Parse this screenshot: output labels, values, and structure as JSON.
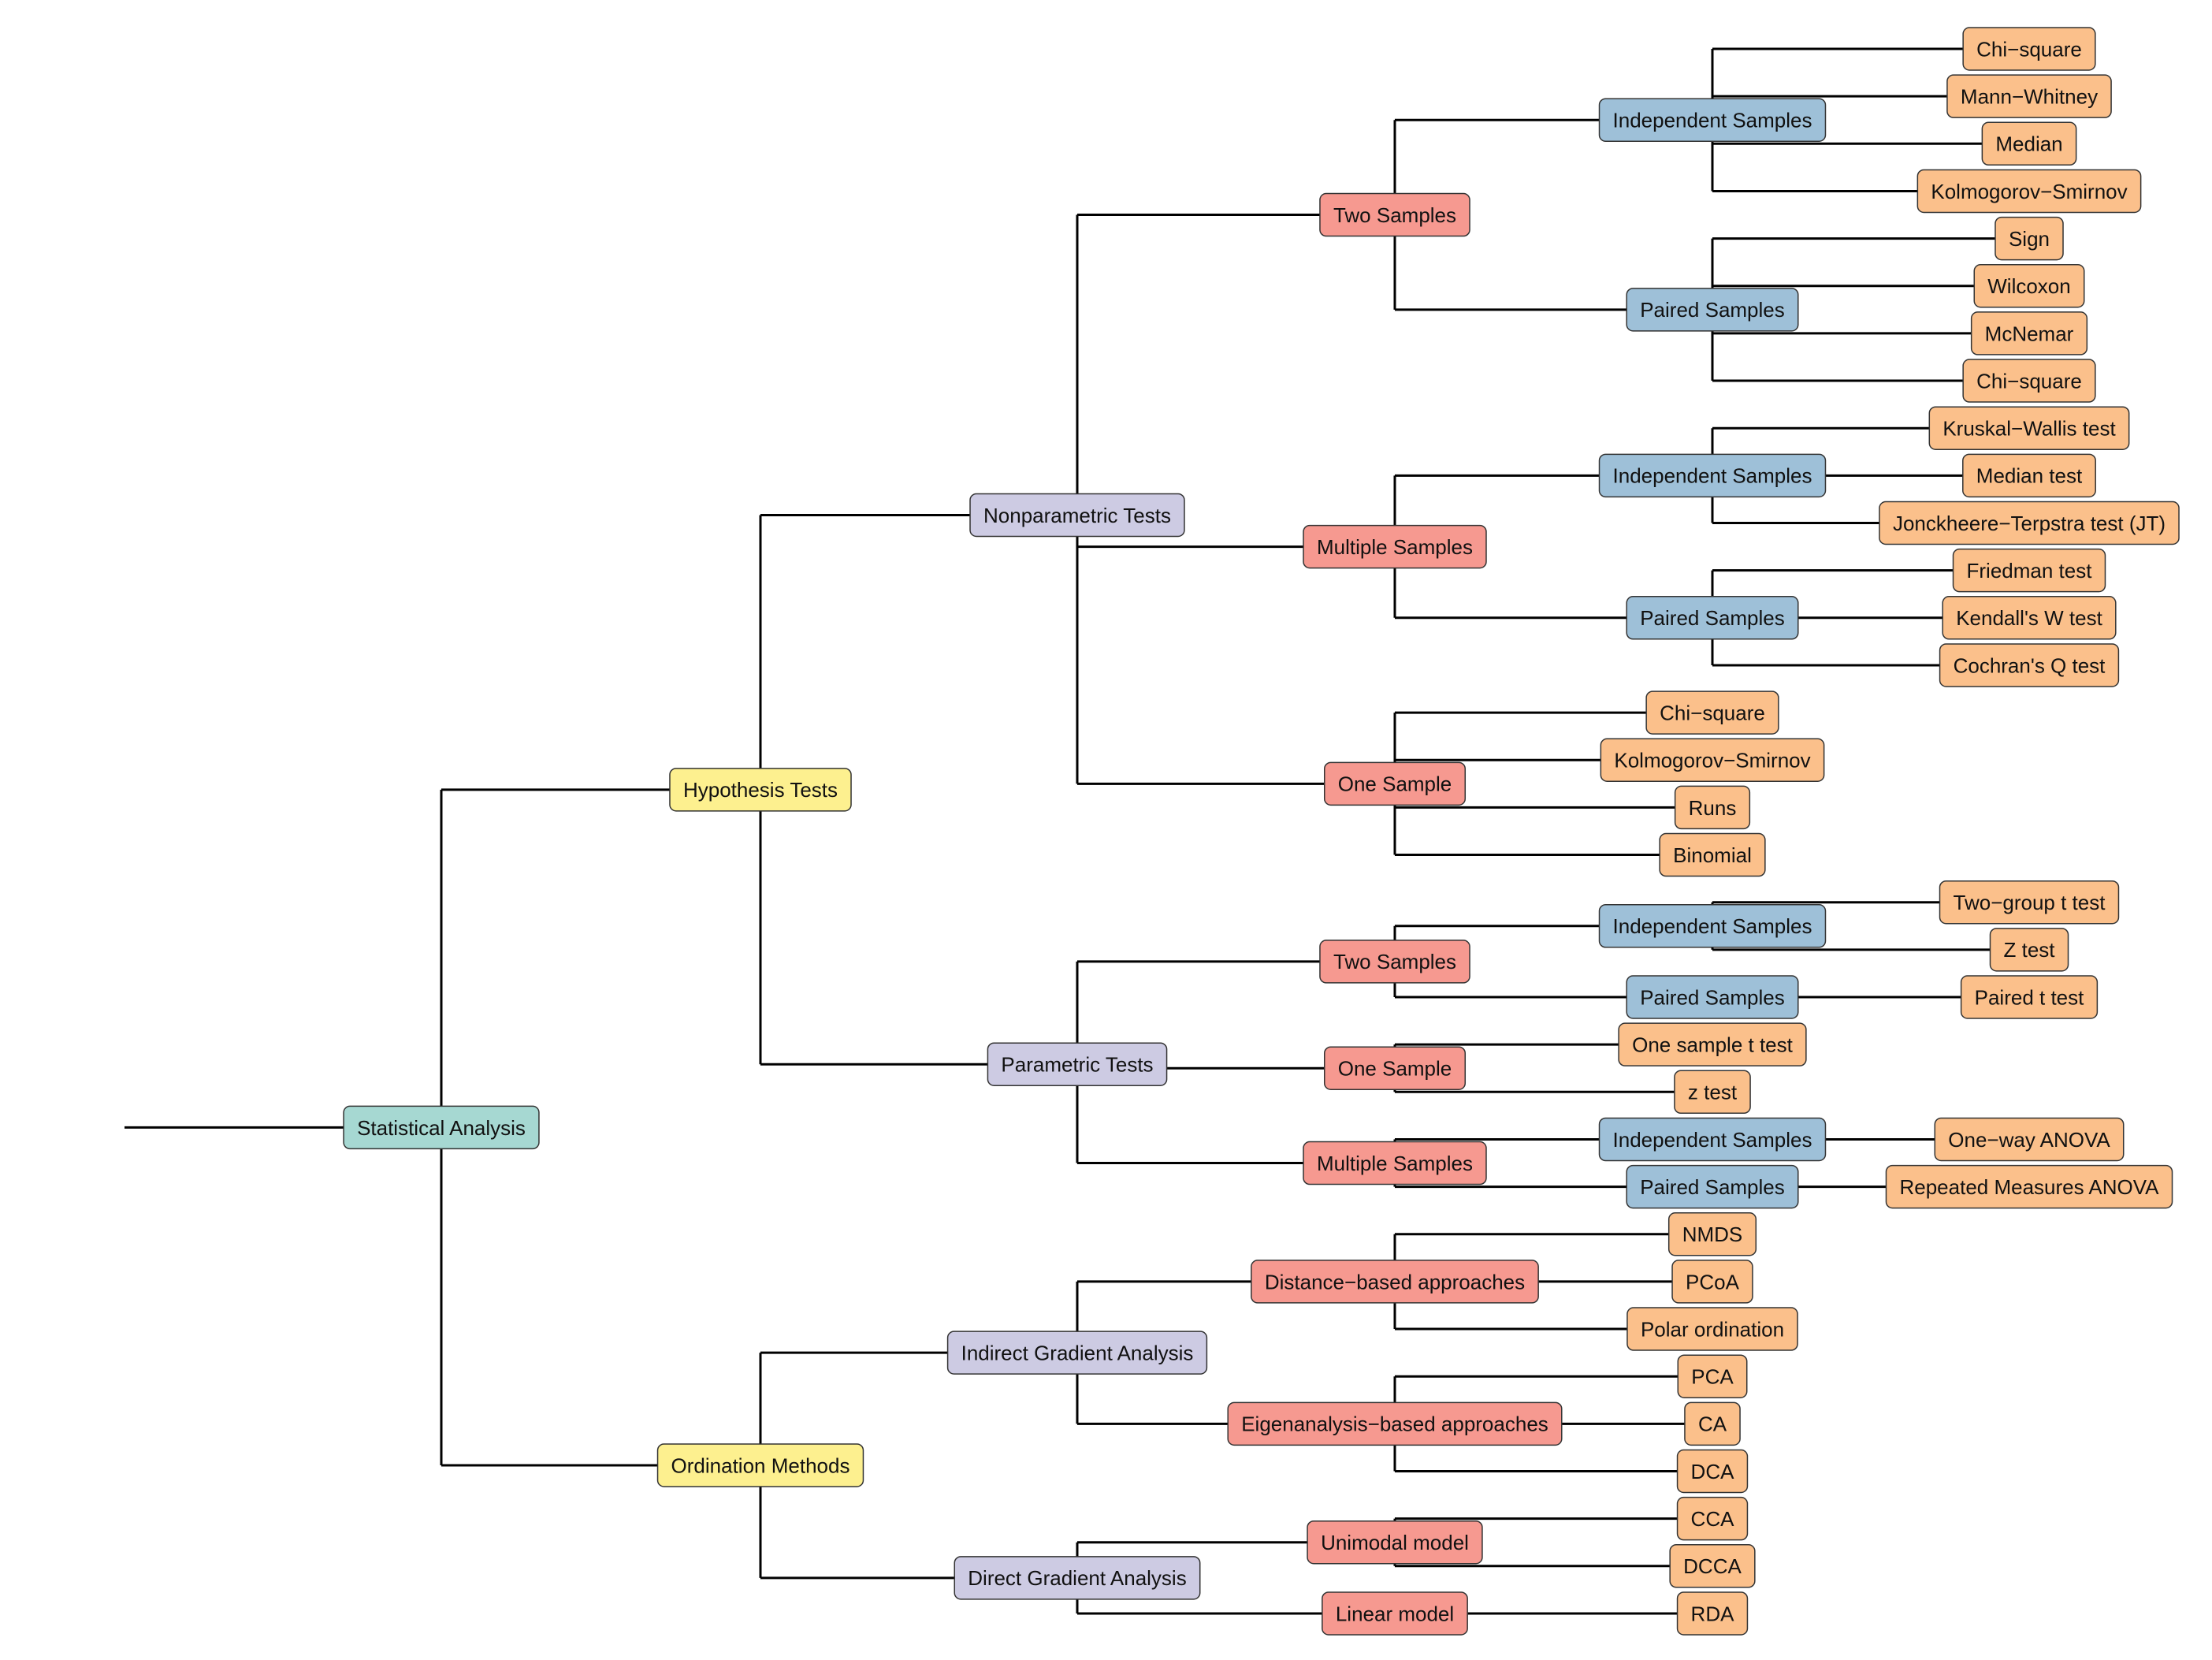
{
  "colors": {
    "root": "#a6d8d2",
    "level1": "#fdf08f",
    "level2": "#cdcbe3",
    "level3": "#f69990",
    "level4": "#9ec0d8",
    "leaf": "#fbc08b",
    "edge": "#000000",
    "border": "#333333"
  },
  "tree": {
    "label": "Statistical Analysis",
    "children": [
      {
        "label": "Hypothesis Tests",
        "children": [
          {
            "label": "Nonparametric Tests",
            "children": [
              {
                "label": "Two Samples",
                "children": [
                  {
                    "label": "Independent Samples",
                    "children": [
                      {
                        "label": "Chi−square"
                      },
                      {
                        "label": "Mann−Whitney"
                      },
                      {
                        "label": "Median"
                      },
                      {
                        "label": "Kolmogorov−Smirnov"
                      }
                    ]
                  },
                  {
                    "label": "Paired Samples",
                    "children": [
                      {
                        "label": "Sign"
                      },
                      {
                        "label": "Wilcoxon"
                      },
                      {
                        "label": "McNemar"
                      },
                      {
                        "label": "Chi−square"
                      }
                    ]
                  }
                ]
              },
              {
                "label": "Multiple Samples",
                "children": [
                  {
                    "label": "Independent Samples",
                    "children": [
                      {
                        "label": "Kruskal−Wallis test"
                      },
                      {
                        "label": "Median test"
                      },
                      {
                        "label": "Jonckheere−Terpstra test (JT)"
                      }
                    ]
                  },
                  {
                    "label": "Paired Samples",
                    "children": [
                      {
                        "label": "Friedman test"
                      },
                      {
                        "label": "Kendall's W test"
                      },
                      {
                        "label": "Cochran's Q test"
                      }
                    ]
                  }
                ]
              },
              {
                "label": "One Sample",
                "children": [
                  {
                    "label": "Chi−square"
                  },
                  {
                    "label": "Kolmogorov−Smirnov"
                  },
                  {
                    "label": "Runs"
                  },
                  {
                    "label": "Binomial"
                  }
                ]
              }
            ]
          },
          {
            "label": "Parametric Tests",
            "children": [
              {
                "label": "Two Samples",
                "children": [
                  {
                    "label": "Independent Samples",
                    "children": [
                      {
                        "label": "Two−group t test"
                      },
                      {
                        "label": "Z test"
                      }
                    ]
                  },
                  {
                    "label": "Paired Samples",
                    "children": [
                      {
                        "label": "Paired t test"
                      }
                    ]
                  }
                ]
              },
              {
                "label": "One Sample",
                "children": [
                  {
                    "label": "One sample t test"
                  },
                  {
                    "label": "z test"
                  }
                ]
              },
              {
                "label": "Multiple Samples",
                "children": [
                  {
                    "label": "Independent Samples",
                    "children": [
                      {
                        "label": "One−way ANOVA"
                      }
                    ]
                  },
                  {
                    "label": "Paired Samples",
                    "children": [
                      {
                        "label": "Repeated Measures ANOVA"
                      }
                    ]
                  }
                ]
              }
            ]
          }
        ]
      },
      {
        "label": "Ordination Methods",
        "children": [
          {
            "label": "Indirect Gradient Analysis",
            "children": [
              {
                "label": "Distance−based approaches",
                "children": [
                  {
                    "label": "NMDS"
                  },
                  {
                    "label": "PCoA"
                  },
                  {
                    "label": "Polar ordination"
                  }
                ]
              },
              {
                "label": "Eigenanalysis−based approaches",
                "children": [
                  {
                    "label": "PCA"
                  },
                  {
                    "label": "CA"
                  },
                  {
                    "label": "DCA"
                  }
                ]
              }
            ]
          },
          {
            "label": "Direct Gradient Analysis",
            "children": [
              {
                "label": "Unimodal model",
                "children": [
                  {
                    "label": "CCA"
                  },
                  {
                    "label": "DCCA"
                  }
                ]
              },
              {
                "label": "Linear model",
                "children": [
                  {
                    "label": "RDA"
                  }
                ]
              }
            ]
          }
        ]
      }
    ]
  }
}
